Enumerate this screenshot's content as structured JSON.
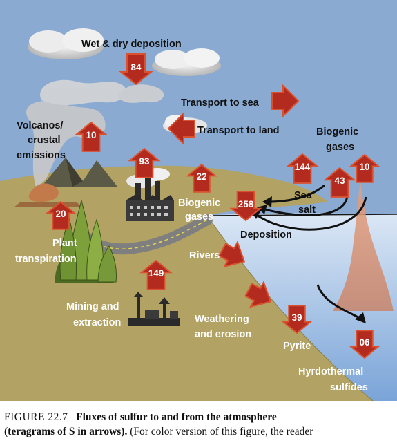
{
  "colors": {
    "sky": "#8aaad2",
    "land": "#b2a263",
    "ocean_top": "#d7e4f4",
    "ocean_bottom": "#7fa8da",
    "arrow_fill": "#b32a1e",
    "arrow_stroke": "#d9512e",
    "label_white": "#ffffff",
    "label_black": "#111111"
  },
  "labels": {
    "wet_dry": "Wet & dry deposition",
    "transport_sea": "Transport to sea",
    "transport_land": "Transport to land",
    "volcanos_1": "Volcanos/",
    "volcanos_2": "crustal",
    "volcanos_3": "emissions",
    "biogenic_gases_ocean_1": "Biogenic",
    "biogenic_gases_ocean_2": "gases",
    "sea_salt_1": "Sea",
    "sea_salt_2": "salt",
    "biogenic_land_1": "Biogenic",
    "biogenic_land_2": "gases",
    "deposition": "Deposition",
    "plant_1": "Plant",
    "plant_2": "transpiration",
    "rivers": "Rivers",
    "mining_1": "Mining and",
    "mining_2": "extraction",
    "weathering_1": "Weathering",
    "weathering_2": "and erosion",
    "pyrite": "Pyrite",
    "hydro_1": "Hyrdothermal",
    "hydro_2": "sulfides"
  },
  "fluxes": {
    "wet_dry": "84",
    "volcanos": "10",
    "industry": "93",
    "biogenic_land": "22",
    "plant": "20",
    "sea_salt": "144",
    "biogenic_ocean": "43",
    "hydro_vent": "10",
    "deposition": "258",
    "mining": "149",
    "pyrite": "39",
    "hydrothermal": "06"
  },
  "caption": {
    "figure": "FIGURE 22.7",
    "title": "Fluxes of sulfur to and from the atmosphere",
    "title_cont": "(teragrams of S in arrows).",
    "rest": "(For color version of this figure, the reader"
  }
}
